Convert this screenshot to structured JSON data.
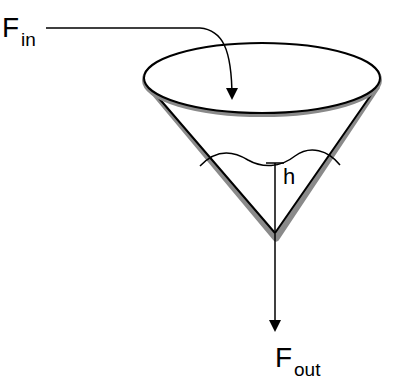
{
  "diagram": {
    "labels": [
      "F",
      "in",
      "h",
      "F",
      "out"
    ]
  }
}
